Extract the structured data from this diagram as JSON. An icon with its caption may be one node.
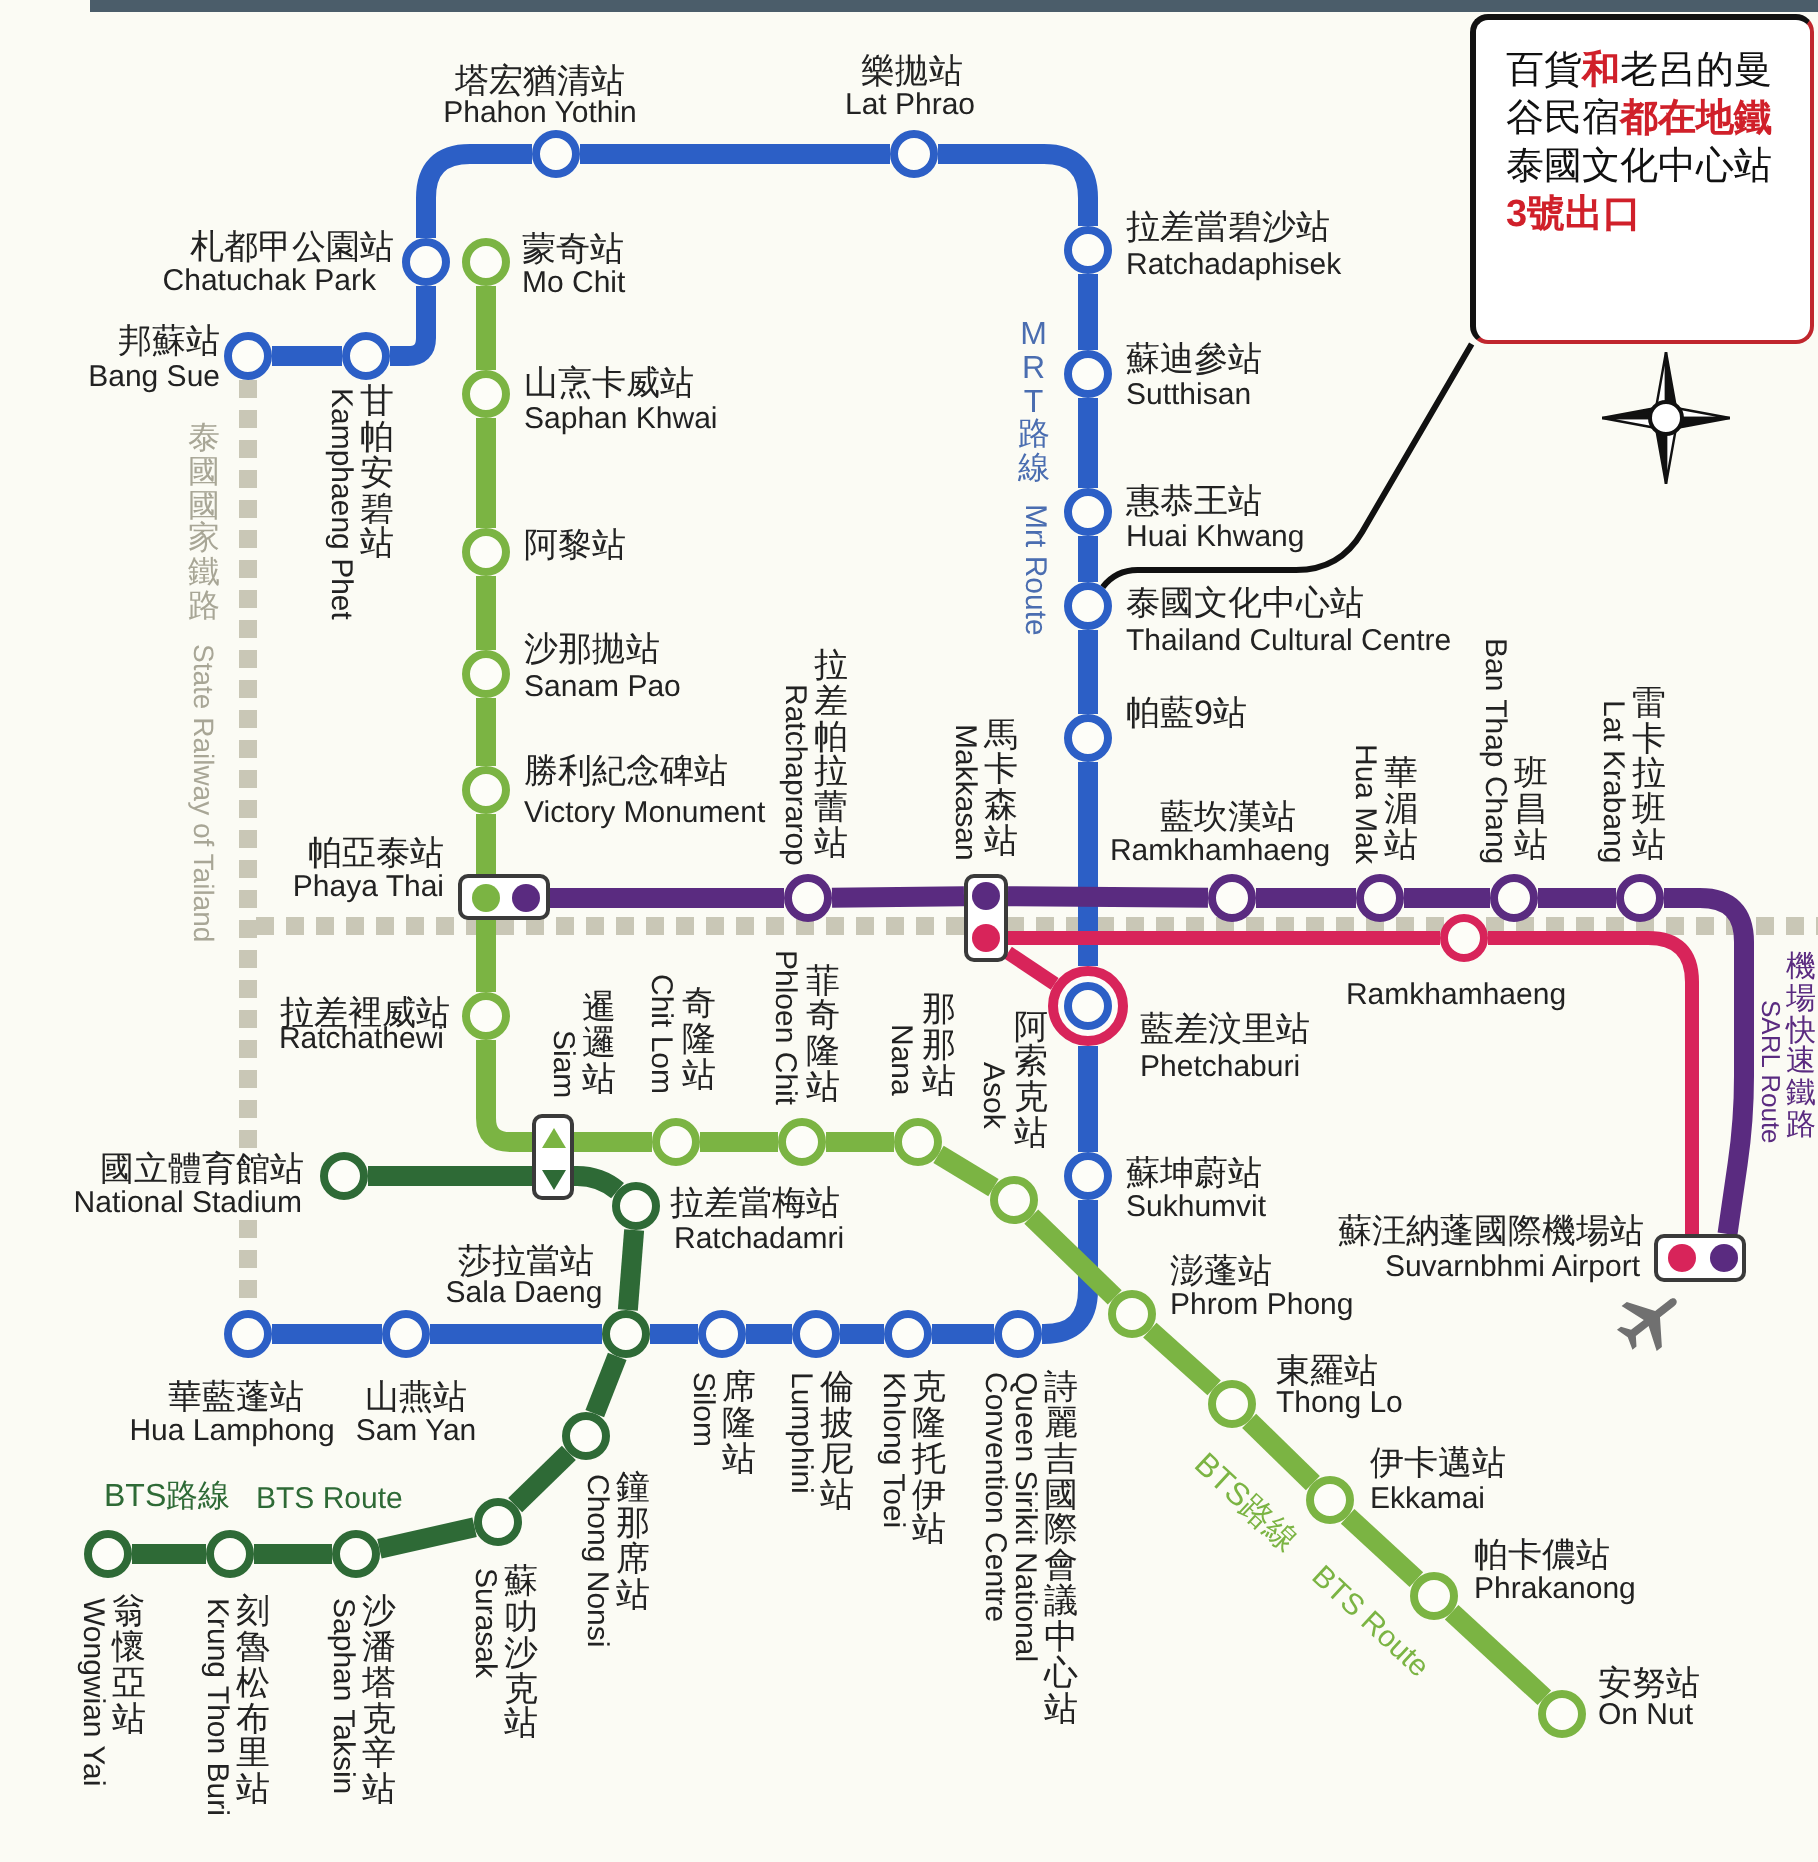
{
  "diagram": {
    "nodes": [
      {
        "text": [],
        "shape": "circle",
        "beside": [
          "邦蘇站",
          "Bang Sue"
        ]
      },
      {
        "text": [],
        "shape": "circle",
        "beside": [
          "甘帕安碧站",
          "Kamphaeng Phet"
        ]
      },
      {
        "text": [],
        "shape": "circle",
        "beside": [
          "札都甲公園站",
          "Chatuchak Park"
        ]
      },
      {
        "text": [],
        "shape": "circle",
        "beside": [
          "塔宏猶清站",
          "Phahon Yothin"
        ]
      },
      {
        "text": [],
        "shape": "circle",
        "beside": [
          "樂拋站",
          "Lat Phrao"
        ]
      },
      {
        "text": [],
        "shape": "circle",
        "beside": [
          "拉差當碧沙站",
          "Ratchadaphisek"
        ]
      },
      {
        "text": [],
        "shape": "circle",
        "beside": [
          "蘇迪參站",
          "Sutthisan"
        ]
      },
      {
        "text": [],
        "shape": "circle",
        "beside": [
          "惠恭王站",
          "Huai Khwang"
        ]
      },
      {
        "text": [],
        "shape": "circle",
        "beside": [
          "泰國文化中心站",
          "Thailand Cultural Centre"
        ]
      },
      {
        "text": [],
        "shape": "circle",
        "beside": [
          "帕藍9站"
        ]
      },
      {
        "text": [],
        "shape": "circle",
        "beside": [
          "藍差汶里站",
          "Phetchaburi"
        ]
      },
      {
        "text": [],
        "shape": "circle",
        "beside": [
          "蘇坤蔚站",
          "Sukhumvit"
        ]
      },
      {
        "text": [],
        "shape": "circle",
        "beside": [
          "詩麗吉國際會議中心站",
          "Queen Sirikit National Convention Centre"
        ]
      },
      {
        "text": [],
        "shape": "circle",
        "beside": [
          "克隆托伊站",
          "Khlong Toei"
        ]
      },
      {
        "text": [],
        "shape": "circle",
        "beside": [
          "倫披尼站",
          "Lumphini"
        ]
      },
      {
        "text": [],
        "shape": "circle",
        "beside": [
          "席隆站",
          "Silom"
        ]
      },
      {
        "text": [],
        "shape": "circle",
        "beside": [
          "莎拉當站",
          "Sala Daeng"
        ]
      },
      {
        "text": [],
        "shape": "circle",
        "beside": [
          "山燕站",
          "Sam Yan"
        ]
      },
      {
        "text": [],
        "shape": "circle",
        "beside": [
          "華藍蓬站",
          "Hua Lamphong"
        ]
      },
      {
        "text": [],
        "shape": "circle",
        "beside": [
          "蒙奇站",
          "Mo Chit"
        ]
      },
      {
        "text": [],
        "shape": "circle",
        "beside": [
          "山烹卡威站",
          "Saphan Khwai"
        ]
      },
      {
        "text": [],
        "shape": "circle",
        "beside": [
          "阿黎站"
        ]
      },
      {
        "text": [],
        "shape": "circle",
        "beside": [
          "沙那拋站",
          "Sanam Pao"
        ]
      },
      {
        "text": [],
        "shape": "circle",
        "beside": [
          "勝利紀念碑站",
          "Victory Monument"
        ]
      },
      {
        "text": [],
        "shape": "box",
        "beside": [
          "帕亞泰站",
          "Phaya Thai"
        ]
      },
      {
        "text": [],
        "shape": "circle",
        "beside": [
          "拉差裡威站",
          "Ratchathewi"
        ]
      },
      {
        "text": [],
        "shape": "box",
        "beside": [
          "暹邏站",
          "Siam"
        ]
      },
      {
        "text": [],
        "shape": "circle",
        "beside": [
          "奇隆站",
          "Chit Lom"
        ]
      },
      {
        "text": [],
        "shape": "circle",
        "beside": [
          "菲奇隆站",
          "Phloen Chit"
        ]
      },
      {
        "text": [],
        "shape": "circle",
        "beside": [
          "那那站",
          "Nana"
        ]
      },
      {
        "text": [],
        "shape": "circle",
        "beside": [
          "阿索克站",
          "Asok"
        ]
      },
      {
        "text": [],
        "shape": "circle",
        "beside": [
          "澎蓬站",
          "Phrom Phong"
        ]
      },
      {
        "text": [],
        "shape": "circle",
        "beside": [
          "東羅站",
          "Thong Lo"
        ]
      },
      {
        "text": [],
        "shape": "circle",
        "beside": [
          "伊卡邁站",
          "Ekkamai"
        ]
      },
      {
        "text": [],
        "shape": "circle",
        "beside": [
          "帕卡儂站",
          "Phrakanong"
        ]
      },
      {
        "text": [],
        "shape": "circle",
        "beside": [
          "安努站",
          "On Nut"
        ]
      },
      {
        "text": [],
        "shape": "circle",
        "beside": [
          "國立體育館站",
          "National Stadium"
        ]
      },
      {
        "text": [],
        "shape": "circle",
        "beside": [
          "拉差當梅站",
          "Ratchadamri"
        ]
      },
      {
        "text": [],
        "shape": "circle",
        "beside": [
          "鐘那席站",
          "Chong Nonsi"
        ]
      },
      {
        "text": [],
        "shape": "circle",
        "beside": [
          "蘇叻沙克站",
          "Surasak"
        ]
      },
      {
        "text": [],
        "shape": "circle",
        "beside": [
          "沙潘塔克辛站",
          "Saphan Taksin"
        ]
      },
      {
        "text": [],
        "shape": "circle",
        "beside": [
          "刻魯松布里站",
          "Krung Thon Buri"
        ]
      },
      {
        "text": [],
        "shape": "circle",
        "beside": [
          "翁懷亞站",
          "Wongwian Yai"
        ]
      },
      {
        "text": [],
        "shape": "circle",
        "beside": [
          "拉差帕拉蕾站",
          "Ratchaprarop"
        ]
      },
      {
        "text": [],
        "shape": "box",
        "beside": [
          "馬卡森站",
          "Makkasan"
        ]
      },
      {
        "text": [],
        "shape": "circle",
        "beside": [
          "藍坎漢站",
          "Ramkhamhaeng"
        ]
      },
      {
        "text": [],
        "shape": "circle",
        "beside": [
          "華湄站",
          "Hua Mak"
        ]
      },
      {
        "text": [],
        "shape": "circle",
        "beside": [
          "班昌站",
          "Ban Thap Chang"
        ]
      },
      {
        "text": [],
        "shape": "circle",
        "beside": [
          "雷卡拉班站",
          "Lat Krabang"
        ]
      },
      {
        "text": [],
        "shape": "box",
        "beside": [
          "蘇汪納蓬國際機場站",
          "Suvarnbhmi Airport"
        ]
      },
      {
        "text": [],
        "shape": "circle",
        "beside": [
          "Ramkhamhaeng"
        ]
      },
      {
        "text": [
          "百貨**和**老呂的曼谷民宿**都在地鐵**泰國文化中心站**3號出口**"
        ]
      }
    ],
    "edges": [
      {
        "from": 0,
        "to": 1,
        "arrow": "none"
      },
      {
        "from": 1,
        "to": 2,
        "arrow": "none"
      },
      {
        "from": 2,
        "to": 3,
        "arrow": "none"
      },
      {
        "from": 3,
        "to": 4,
        "arrow": "none"
      },
      {
        "from": 4,
        "to": 5,
        "arrow": "none"
      },
      {
        "from": 5,
        "to": 6,
        "arrow": "none"
      },
      {
        "from": 6,
        "to": 7,
        "arrow": "none"
      },
      {
        "from": 7,
        "to": 8,
        "arrow": "none"
      },
      {
        "from": 8,
        "to": 9,
        "arrow": "none"
      },
      {
        "from": 9,
        "to": 10,
        "arrow": "none"
      },
      {
        "from": 10,
        "to": 11,
        "arrow": "none"
      },
      {
        "from": 11,
        "to": 12,
        "arrow": "none"
      },
      {
        "from": 12,
        "to": 13,
        "arrow": "none"
      },
      {
        "from": 13,
        "to": 14,
        "arrow": "none"
      },
      {
        "from": 14,
        "to": 15,
        "arrow": "none"
      },
      {
        "from": 15,
        "to": 16,
        "arrow": "none"
      },
      {
        "from": 16,
        "to": 17,
        "arrow": "none"
      },
      {
        "from": 17,
        "to": 18,
        "arrow": "none"
      },
      {
        "from": 19,
        "to": 20,
        "arrow": "none",
        "color": "#7bb443"
      },
      {
        "from": 20,
        "to": 21,
        "arrow": "none",
        "color": "#7bb443"
      },
      {
        "from": 21,
        "to": 22,
        "arrow": "none",
        "color": "#7bb443"
      },
      {
        "from": 22,
        "to": 23,
        "arrow": "none",
        "color": "#7bb443"
      },
      {
        "from": 23,
        "to": 24,
        "arrow": "none",
        "color": "#7bb443"
      },
      {
        "from": 24,
        "to": 25,
        "arrow": "none",
        "color": "#7bb443"
      },
      {
        "from": 25,
        "to": 26,
        "arrow": "none",
        "color": "#7bb443"
      },
      {
        "from": 26,
        "to": 27,
        "arrow": "none",
        "color": "#7bb443"
      },
      {
        "from": 27,
        "to": 28,
        "arrow": "none",
        "color": "#7bb443"
      },
      {
        "from": 28,
        "to": 29,
        "arrow": "none",
        "color": "#7bb443"
      },
      {
        "from": 29,
        "to": 30,
        "arrow": "none",
        "color": "#7bb443"
      },
      {
        "from": 30,
        "to": 31,
        "arrow": "none",
        "color": "#7bb443"
      },
      {
        "from": 31,
        "to": 32,
        "arrow": "none",
        "color": "#7bb443"
      },
      {
        "from": 32,
        "to": 33,
        "arrow": "none",
        "color": "#7bb443"
      },
      {
        "from": 33,
        "to": 34,
        "arrow": "none",
        "color": "#7bb443"
      },
      {
        "from": 34,
        "to": 35,
        "arrow": "none",
        "color": "#7bb443"
      },
      {
        "from": 36,
        "to": 26,
        "arrow": "none",
        "color": "#2e6a36"
      },
      {
        "from": 26,
        "to": 37,
        "arrow": "none",
        "color": "#2e6a36"
      },
      {
        "from": 37,
        "to": 16,
        "arrow": "none",
        "color": "#2e6a36"
      },
      {
        "from": 16,
        "to": 38,
        "arrow": "none",
        "color": "#2e6a36"
      },
      {
        "from": 38,
        "to": 39,
        "arrow": "none",
        "color": "#2e6a36"
      },
      {
        "from": 39,
        "to": 40,
        "arrow": "none",
        "color": "#2e6a36"
      },
      {
        "from": 40,
        "to": 41,
        "arrow": "none",
        "color": "#2e6a36"
      },
      {
        "from": 41,
        "to": 42,
        "arrow": "none",
        "color": "#2e6a36"
      },
      {
        "from": 24,
        "to": 43,
        "arrow": "none",
        "color": "#5a2b80"
      },
      {
        "from": 43,
        "to": 44,
        "arrow": "none",
        "color": "#5a2b80"
      },
      {
        "from": 44,
        "to": 45,
        "arrow": "none",
        "color": "#5a2b80"
      },
      {
        "from": 45,
        "to": 46,
        "arrow": "none",
        "color": "#5a2b80"
      },
      {
        "from": 46,
        "to": 47,
        "arrow": "none",
        "color": "#5a2b80"
      },
      {
        "from": 47,
        "to": 48,
        "arrow": "none",
        "color": "#5a2b80"
      },
      {
        "from": 48,
        "to": 49,
        "arrow": "none",
        "color": "#5a2b80"
      },
      {
        "from": 44,
        "to": 50,
        "arrow": "none",
        "color": "#d8245a"
      },
      {
        "from": 50,
        "to": 49,
        "arrow": "none",
        "color": "#d8245a"
      },
      {
        "from": 44,
        "to": 10,
        "arrow": "none",
        "color": "#d8245a"
      },
      {
        "from": 0,
        "to": 18,
        "arrow": "none",
        "style": "dashed",
        "color": "#c9c7b6"
      },
      {
        "from": 51,
        "to": 8,
        "arrow": "none",
        "color": "#111111"
      }
    ],
    "labels": [
      "MRT路線",
      "Mrt Route",
      "泰國國家鐵路",
      "State Railway of Tailand",
      "機場快速鐵路",
      "SARL Route",
      "BTS路線",
      "BTS Route",
      "BTS路線",
      "BTS Route"
    ]
  }
}
